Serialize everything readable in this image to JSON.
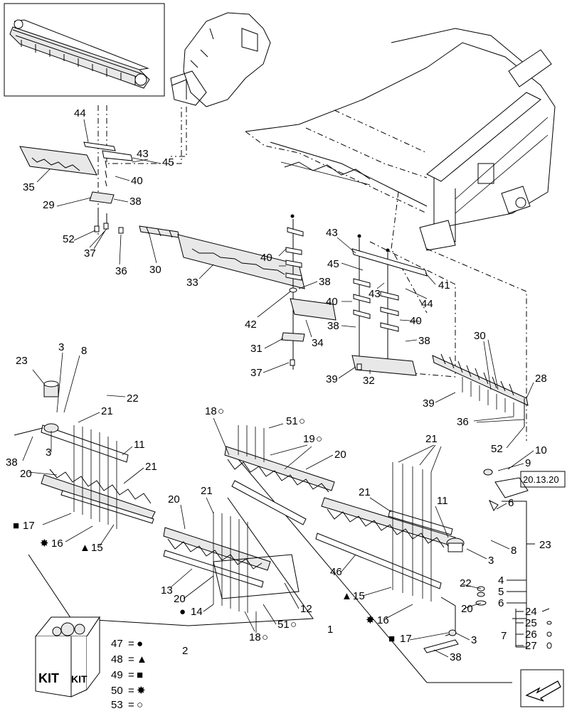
{
  "callouts": {
    "c44a": "44",
    "c43a": "43",
    "c45a": "45",
    "c40a": "40",
    "c35": "35",
    "c29": "29",
    "c38a": "38",
    "c52a": "52",
    "c37a": "37",
    "c36a": "36",
    "c30a": "30",
    "c33": "33",
    "c40b": "40",
    "c38b": "38",
    "c42": "42",
    "c31": "31",
    "c34": "34",
    "c37b": "37",
    "c43b": "43",
    "c45b": "45",
    "c43c": "43",
    "c41": "41",
    "c44b": "44",
    "c40c": "40",
    "c40d": "40",
    "c38c": "38",
    "c38d": "38",
    "c39a": "39",
    "c32": "32",
    "c30b": "30",
    "c28": "28",
    "c39b": "39",
    "c36b": "36",
    "c52b": "52",
    "c23a": "23",
    "c3a": "3",
    "c8a": "8",
    "c22a": "22",
    "c21a": "21",
    "c38e": "38",
    "c3b": "3",
    "c20a": "20",
    "c11a": "11",
    "c21b": "21",
    "c17a": "17",
    "c16a": "16",
    "c15a": "15",
    "c18a": "18",
    "c51a": "51",
    "c19": "19",
    "c20b": "20",
    "c20c": "20",
    "c21c": "21",
    "c13": "13",
    "c20d": "20",
    "c14": "14",
    "c18b": "18",
    "c51b": "51",
    "c12": "12",
    "c1": "1",
    "c2": "2",
    "c21d": "21",
    "c21e": "21",
    "c11b": "11",
    "c3c": "3",
    "c8b": "8",
    "c46": "46",
    "c15b": "15",
    "c16b": "16",
    "c22b": "22",
    "c20e": "20",
    "c17b": "17",
    "c3d": "3",
    "c38f": "38",
    "c10": "10",
    "c9": "9",
    "ref": "20.13.20",
    "c6a": "6",
    "c23b": "23",
    "c4": "4",
    "c5": "5",
    "c6b": "6",
    "c7": "7",
    "c24": "24",
    "c25": "25",
    "c26": "26",
    "c27": "27"
  },
  "kit_legend": {
    "badge_left": "KIT",
    "badge_right": "KIT",
    "entries": [
      {
        "num": "47",
        "eq": "=",
        "symbol": "●"
      },
      {
        "num": "48",
        "eq": "=",
        "symbol": "▲"
      },
      {
        "num": "49",
        "eq": "=",
        "symbol": "■"
      },
      {
        "num": "50",
        "eq": "=",
        "symbol": "✸"
      },
      {
        "num": "53",
        "eq": "=",
        "symbol": "○"
      }
    ]
  },
  "icons": {
    "nav_arrow": "arrow-down-left-icon",
    "thumbnail": "header-thumbnail-icon"
  }
}
